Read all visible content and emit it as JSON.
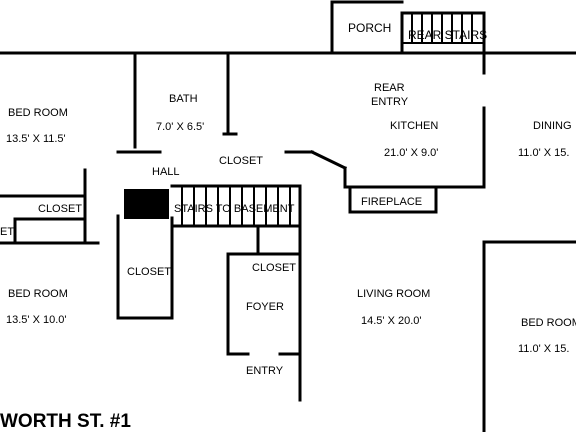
{
  "plan": {
    "title": "WORTH ST. #1",
    "rooms": {
      "porch": "PORCH",
      "rear_stairs": "REAR STAIRS",
      "bed_room_1": {
        "name": "BED ROOM",
        "dims": "13.5'  X  11.5'"
      },
      "bath": {
        "name": "BATH",
        "dims": "7.0'  X  6.5'"
      },
      "rear_entry": [
        "REAR",
        "ENTRY"
      ],
      "kitchen": {
        "name": "KITCHEN",
        "dims": "21.0'  X  9.0'"
      },
      "dining": {
        "name": "DINING",
        "dims": "11.0'  X  15."
      },
      "hall": "HALL",
      "closet_hall": "CLOSET",
      "closet_left": "CLOSET",
      "closet_left_partial": "ET",
      "stairs_basement": "STAIRS TO BASEMENT",
      "fireplace": "FIREPLACE",
      "closet_center": "CLOSET",
      "closet_foyer": "CLOSET",
      "bed_room_2": {
        "name": "BED ROOM",
        "dims": "13.5'  X  10.0'"
      },
      "foyer": "FOYER",
      "living_room": {
        "name": "LIVING ROOM",
        "dims": "14.5'  X  20.0'"
      },
      "bed_room_3": {
        "name": "BED ROOM",
        "dims": "11.0'  X  15."
      },
      "entry": "ENTRY"
    }
  }
}
